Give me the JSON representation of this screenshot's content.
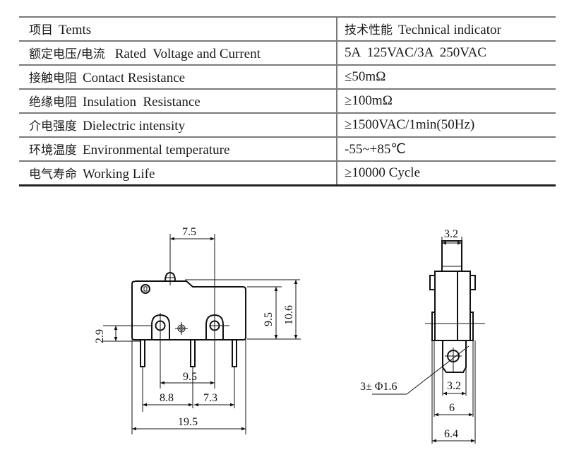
{
  "spec_table": {
    "header": {
      "item_cn": "项目",
      "item_en": "Temts",
      "value_cn": "技术性能",
      "value_en": "Technical indicator"
    },
    "rows": [
      {
        "cn": "额定电压/电流",
        "en": "Rated  Voltage and Current",
        "value": "5A  125VAC/3A  250VAC"
      },
      {
        "cn": "接触电阻",
        "en": "Contact Resistance",
        "value": "≤50mΩ"
      },
      {
        "cn": "绝缘电阻",
        "en": "Insulation  Resistance",
        "value": "≥100mΩ"
      },
      {
        "cn": "介电强度",
        "en": "Dielectric intensity",
        "value": "≥1500VAC/1min(50Hz)"
      },
      {
        "cn": "环境温度",
        "en": "Environmental temperature",
        "value": "-55~+85℃"
      },
      {
        "cn": "电气寿命",
        "en": "Working Life",
        "value": "≥10000 Cycle"
      }
    ]
  },
  "front_view": {
    "dimensions": {
      "actuator_to_terminal": "7.5",
      "body_height": "9.5",
      "overall_height": "10.6",
      "hole_height": "2.9",
      "hole_spacing": "9.5",
      "left_pin_to_center": "8.8",
      "center_to_right_pin": "7.3",
      "overall_length": "19.5"
    }
  },
  "side_view": {
    "dimensions": {
      "actuator_width": "3.2",
      "terminal_width": "3.2",
      "pin_span": "6",
      "overall_width": "6.4"
    },
    "hole_note": "3± Φ1.6"
  }
}
